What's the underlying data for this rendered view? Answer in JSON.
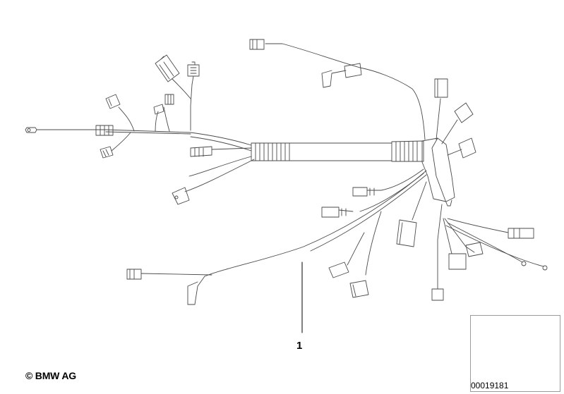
{
  "part_callout": {
    "number": "1"
  },
  "copyright": "© BMW AG",
  "document_id": "00019181",
  "line_color": "#555555"
}
